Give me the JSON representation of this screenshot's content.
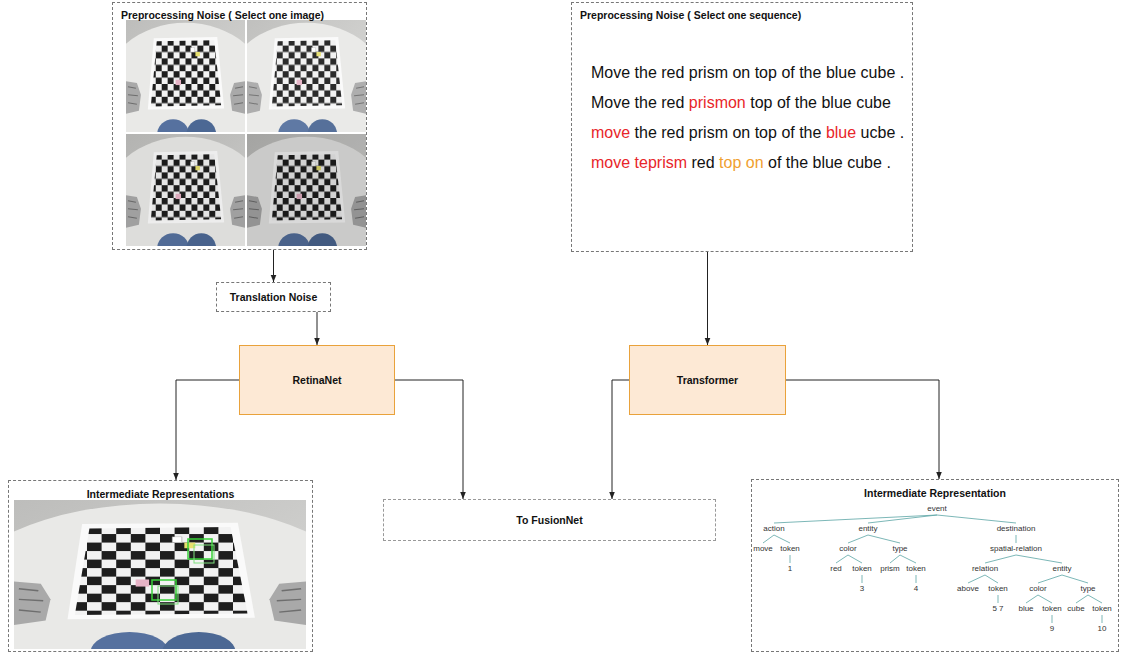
{
  "diagram": {
    "nodes": [
      {
        "text": [
          "Preprocessing Noise ( Select one image)"
        ]
      },
      {
        "text": [
          "Preprocessing Noise ( Select one sequence)",
          "Move the red prism on top of the blue cube .",
          "Move the red prismon top of the blue cube",
          "move the red prism on top of the blue ucbe .",
          "move teprism red top on of the blue cube ."
        ]
      },
      {
        "text": [
          "Translation Noise"
        ]
      },
      {
        "text": [
          "RetinaNet"
        ]
      },
      {
        "text": [
          "Transformer"
        ]
      },
      {
        "text": [
          "Intermediate Representations"
        ]
      },
      {
        "text": [
          "To FusionNet"
        ]
      },
      {
        "text": [
          "Intermediate Representation"
        ]
      }
    ],
    "edges": [
      {
        "from": 0,
        "to": 2,
        "arrow": "to"
      },
      {
        "from": 2,
        "to": 3,
        "arrow": "to"
      },
      {
        "from": 3,
        "to": 5,
        "arrow": "to"
      },
      {
        "from": 3,
        "to": 6,
        "arrow": "to"
      },
      {
        "from": 1,
        "to": 4,
        "arrow": "to"
      },
      {
        "from": 4,
        "to": 6,
        "arrow": "to"
      },
      {
        "from": 4,
        "to": 7,
        "arrow": "to"
      }
    ],
    "labels": [
      "event",
      "action",
      "entity",
      "destination",
      "move",
      "token",
      "1",
      "color",
      "type",
      "red",
      "token",
      "3",
      "prism",
      "token",
      "4",
      "spatial-relation",
      "relation",
      "entity",
      "above",
      "token",
      "5 7",
      "color",
      "type",
      "blue",
      "token",
      "9",
      "cube",
      "token",
      "10"
    ]
  }
}
